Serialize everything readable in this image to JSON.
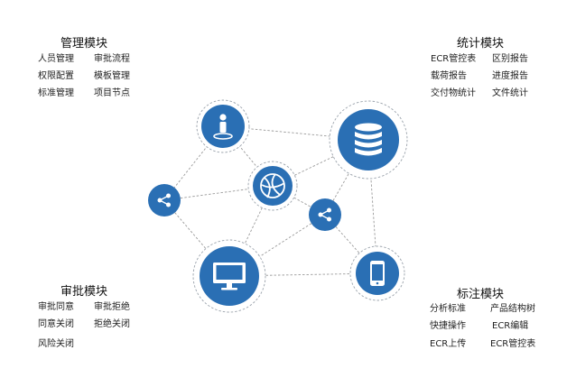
{
  "modules": {
    "management": {
      "title": "管理模块",
      "items": [
        "人员管理",
        "审批流程",
        "权限配置",
        "模板管理",
        "标准管理",
        "项目节点"
      ]
    },
    "statistics": {
      "title": "统计模块",
      "items": [
        "ECR管控表",
        "区别报告",
        "载荷报告",
        "进度报告",
        "交付物统计",
        "文件统计"
      ]
    },
    "approval": {
      "title": "审批模块",
      "items": [
        "审批同意",
        "审批拒绝",
        "同意关闭",
        "拒绝关闭",
        "风险关闭"
      ]
    },
    "annotation": {
      "title": "标注模块",
      "items": [
        "分析标准",
        "产品结构树",
        "快捷操作",
        "ECR编辑",
        "ECR上传",
        "ECR管控表"
      ]
    }
  },
  "nodes": [
    {
      "id": "person",
      "icon": "person-icon"
    },
    {
      "id": "database",
      "icon": "database-icon"
    },
    {
      "id": "share-left",
      "icon": "share-icon"
    },
    {
      "id": "globe",
      "icon": "globe-icon"
    },
    {
      "id": "share-right",
      "icon": "share-icon"
    },
    {
      "id": "monitor",
      "icon": "monitor-icon"
    },
    {
      "id": "phone",
      "icon": "phone-icon"
    }
  ],
  "colors": {
    "node_fill": "#2a6fb4",
    "node_ring": "#9aa2ab",
    "line": "#9a9a9a",
    "icon": "#ffffff"
  }
}
